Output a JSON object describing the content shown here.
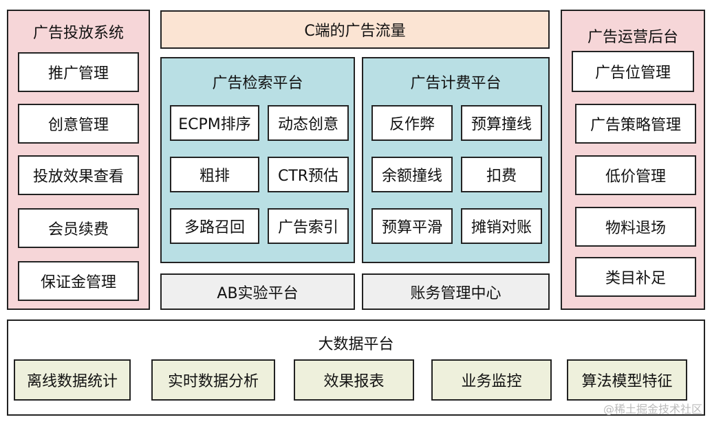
{
  "left_panel": {
    "title": "广告投放系统",
    "items": [
      "推广管理",
      "创意管理",
      "投放效果查看",
      "会员续费",
      "保证金管理"
    ]
  },
  "top_banner": {
    "label": "C端的广告流量"
  },
  "search_platform": {
    "title": "广告检索平台",
    "items": [
      "ECPM排序",
      "动态创意",
      "粗排",
      "CTR预估",
      "多路召回",
      "广告索引"
    ]
  },
  "billing_platform": {
    "title": "广告计费平台",
    "items": [
      "反作弊",
      "预算撞线",
      "余额撞线",
      "扣费",
      "预算平滑",
      "摊销对账"
    ]
  },
  "ab_platform": {
    "label": "AB实验平台"
  },
  "finance_center": {
    "label": "账务管理中心"
  },
  "right_panel": {
    "title": "广告运营后台",
    "items": [
      "广告位管理",
      "广告策略管理",
      "低价管理",
      "物料退场",
      "类目补足"
    ]
  },
  "bigdata_platform": {
    "title": "大数据平台",
    "items": [
      "离线数据统计",
      "实时数据分析",
      "效果报表",
      "业务监控",
      "算法模型特征"
    ]
  },
  "watermark": "@稀土掘金技术社区",
  "colors": {
    "pink": "#f6d6d8",
    "teal": "#b9dfe4",
    "peach": "#fbe4d3",
    "gray": "#efefef",
    "green": "#eef0dc"
  }
}
